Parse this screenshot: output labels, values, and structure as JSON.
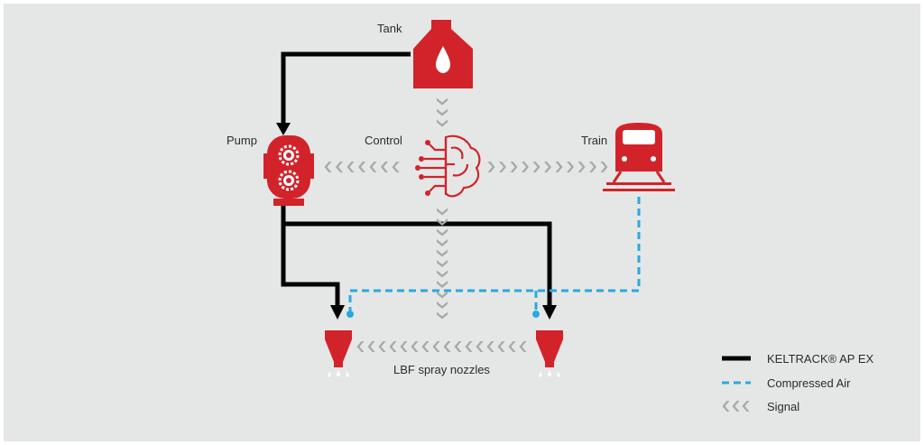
{
  "labels": {
    "tank": "Tank",
    "pump": "Pump",
    "control": "Control",
    "train": "Train",
    "nozzles": "LBF spray nozzles"
  },
  "legend": {
    "keltrack": "KELTRACK® AP EX",
    "air": "Compressed Air",
    "signal": "Signal"
  },
  "colors": {
    "background": "#e5e7e6",
    "red": "#d2232a",
    "black": "#000000",
    "blue": "#29a8e0",
    "signal": "#a5aaa5"
  },
  "icons": [
    "tank-icon",
    "pump-icon",
    "control-brain-icon",
    "train-icon",
    "spray-nozzle-icon"
  ]
}
